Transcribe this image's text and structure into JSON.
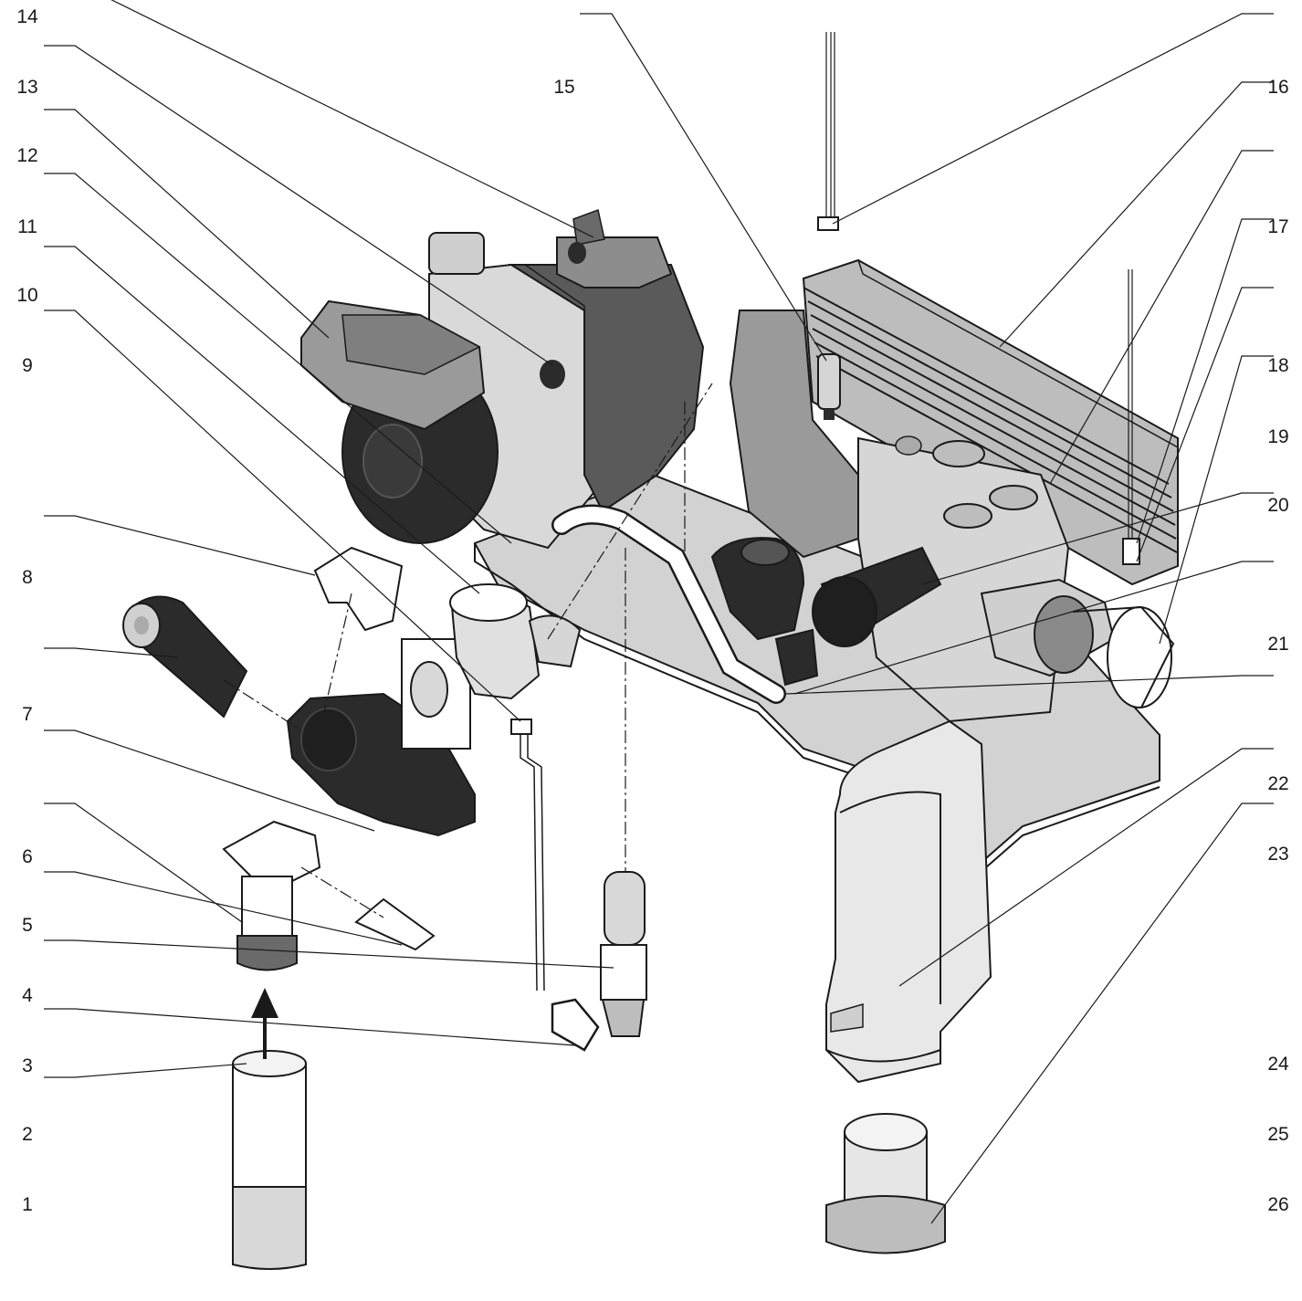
{
  "diagram": {
    "callouts": [
      {
        "id": "1",
        "label": "1"
      },
      {
        "id": "2",
        "label": "2"
      },
      {
        "id": "3",
        "label": "3"
      },
      {
        "id": "4",
        "label": "4"
      },
      {
        "id": "5",
        "label": "5"
      },
      {
        "id": "6",
        "label": "6"
      },
      {
        "id": "7",
        "label": "7"
      },
      {
        "id": "8",
        "label": "8"
      },
      {
        "id": "9",
        "label": "9"
      },
      {
        "id": "10",
        "label": "10"
      },
      {
        "id": "11",
        "label": "11"
      },
      {
        "id": "12",
        "label": "12"
      },
      {
        "id": "13",
        "label": "13"
      },
      {
        "id": "14",
        "label": "14"
      },
      {
        "id": "15",
        "label": "15"
      },
      {
        "id": "16",
        "label": "16"
      },
      {
        "id": "17",
        "label": "17"
      },
      {
        "id": "18",
        "label": "18"
      },
      {
        "id": "19",
        "label": "19"
      },
      {
        "id": "20",
        "label": "20"
      },
      {
        "id": "21",
        "label": "21"
      },
      {
        "id": "22",
        "label": "22"
      },
      {
        "id": "23",
        "label": "23"
      },
      {
        "id": "24",
        "label": "24"
      },
      {
        "id": "25",
        "label": "25"
      },
      {
        "id": "26",
        "label": "26"
      }
    ],
    "colors": {
      "ink": "#1a1a1a",
      "dark_part": "#2b2b2b",
      "mid_gray": "#8a8a8a",
      "light_gray": "#c8c8c8",
      "pale_gray": "#e6e6e6",
      "white": "#ffffff"
    }
  }
}
